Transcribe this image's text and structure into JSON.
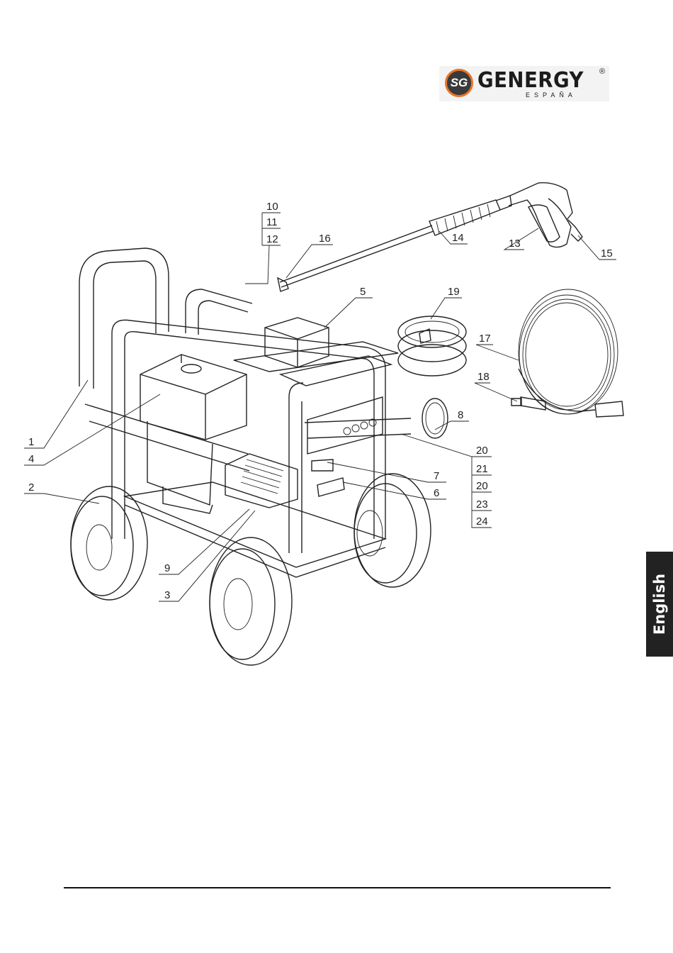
{
  "logo": {
    "mark": "SG",
    "name": "GENERGY",
    "reg": "®",
    "subtitle": "ESPAÑA"
  },
  "language_tab": "English",
  "callouts": [
    {
      "id": "c10",
      "text": "10"
    },
    {
      "id": "c11",
      "text": "11"
    },
    {
      "id": "c12",
      "text": "12"
    },
    {
      "id": "c16",
      "text": "16"
    },
    {
      "id": "c14",
      "text": "14"
    },
    {
      "id": "c13",
      "text": "13"
    },
    {
      "id": "c15",
      "text": "15"
    },
    {
      "id": "c5",
      "text": "5"
    },
    {
      "id": "c19",
      "text": "19"
    },
    {
      "id": "c17",
      "text": "17"
    },
    {
      "id": "c18",
      "text": "18"
    },
    {
      "id": "c8",
      "text": "8"
    },
    {
      "id": "c1",
      "text": "1"
    },
    {
      "id": "c4",
      "text": "4"
    },
    {
      "id": "c2",
      "text": "2"
    },
    {
      "id": "c20a",
      "text": "20"
    },
    {
      "id": "c21",
      "text": "21"
    },
    {
      "id": "c20b",
      "text": "20"
    },
    {
      "id": "c23",
      "text": "23"
    },
    {
      "id": "c24",
      "text": "24"
    },
    {
      "id": "c7",
      "text": "7"
    },
    {
      "id": "c6",
      "text": "6"
    },
    {
      "id": "c9",
      "text": "9"
    },
    {
      "id": "c3",
      "text": "3"
    }
  ]
}
